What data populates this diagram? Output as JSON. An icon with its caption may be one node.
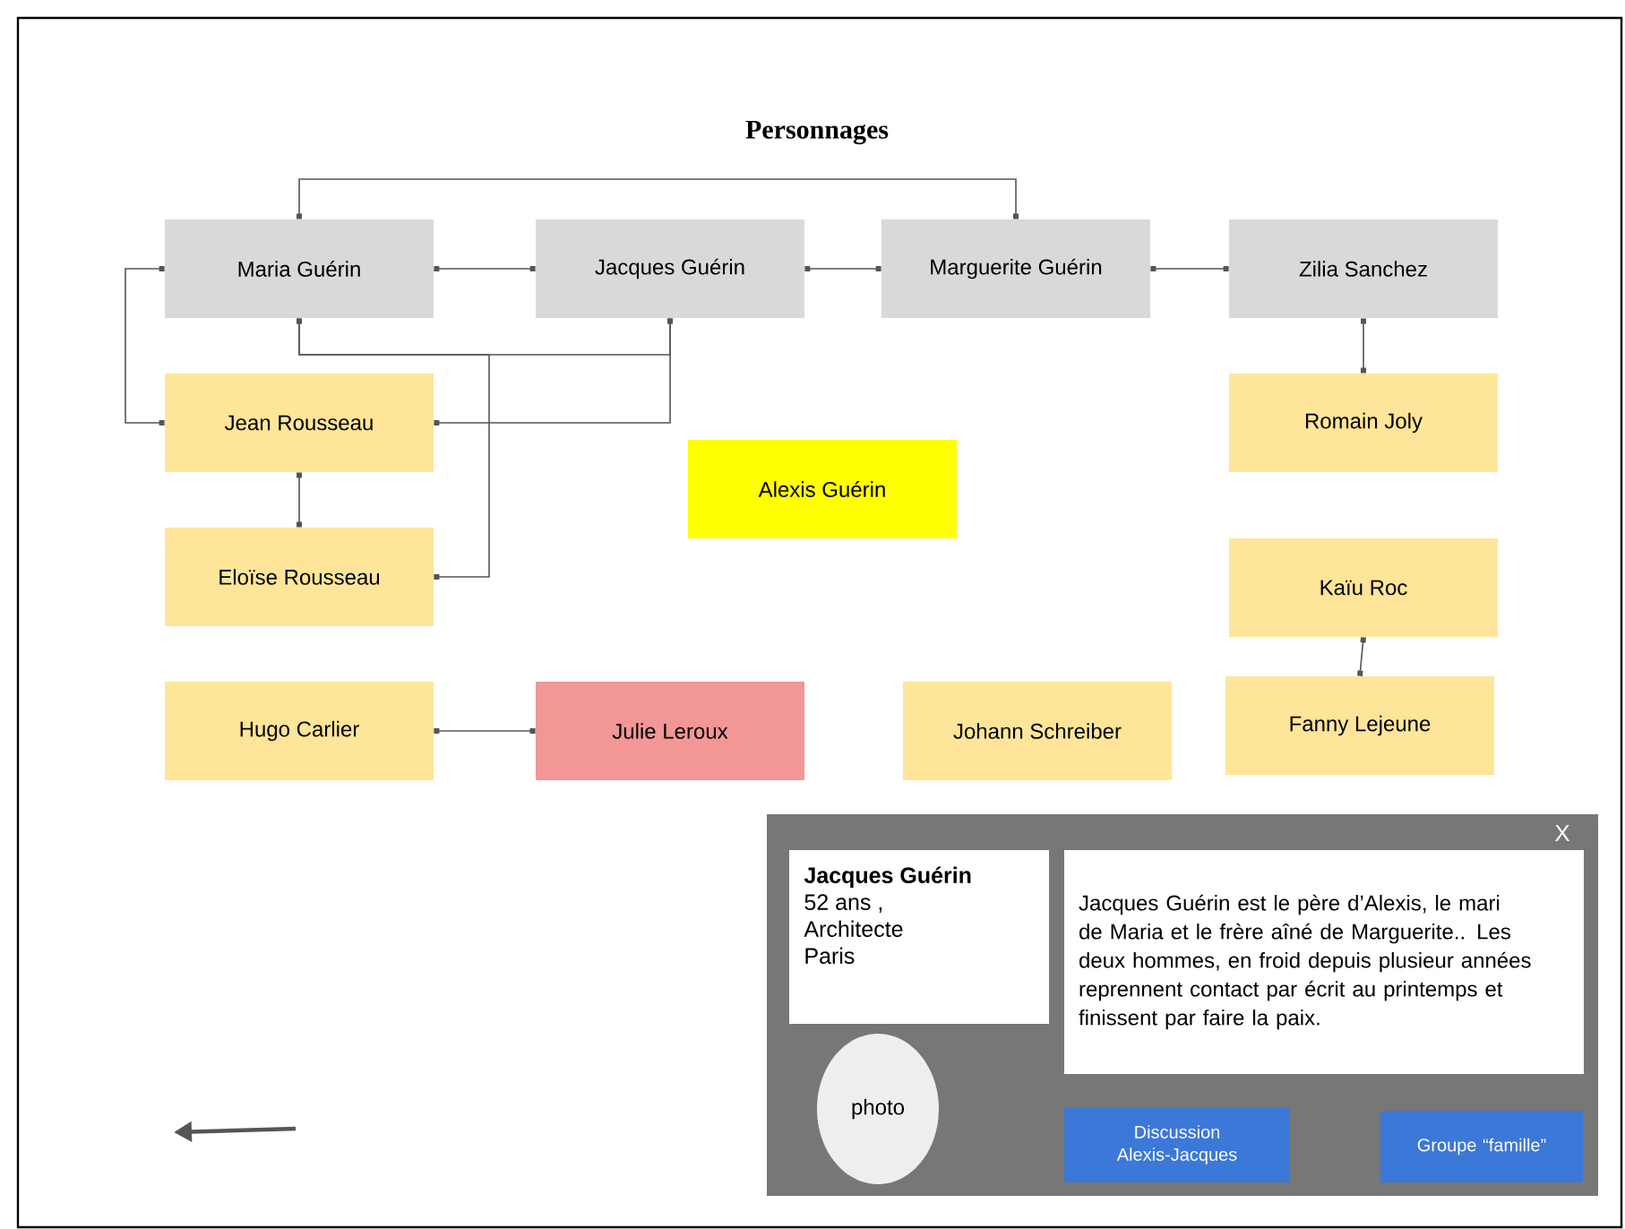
{
  "diagram": {
    "title": "Personnages",
    "nodes": [
      {
        "text": [
          "Maria Guérin"
        ]
      },
      {
        "text": [
          "Jacques Guérin"
        ]
      },
      {
        "text": [
          "Marguerite Guérin"
        ]
      },
      {
        "text": [
          "Zilia Sanchez"
        ]
      },
      {
        "text": [
          "Jean Rousseau"
        ]
      },
      {
        "text": [
          "Alexis Guérin"
        ]
      },
      {
        "text": [
          "Romain Joly"
        ]
      },
      {
        "text": [
          "Eloïse Rousseau"
        ]
      },
      {
        "text": [
          "Kaïu Roc"
        ]
      },
      {
        "text": [
          "Hugo Carlier"
        ]
      },
      {
        "text": [
          "Julie Leroux"
        ]
      },
      {
        "text": [
          "Johann Schreiber"
        ]
      },
      {
        "text": [
          "Fanny Lejeune"
        ]
      },
      {
        "text": [
          "X"
        ]
      },
      {
        "text": [
          "Jacques Guérin",
          "52 ans ,",
          "Architecte",
          "Paris"
        ],
        "in": 13
      },
      {
        "text": [
          "Jacques Guérin est le père d’Alexis, le mari de Maria et le frère aîné de Marguerite.. Les deux hommes, en froid depuis plusieur années reprennent contact  par écrit au printemps et finissent par faire la paix."
        ],
        "in": 13
      },
      {
        "text": [
          "photo"
        ],
        "in": 13
      },
      {
        "text": [
          "Discussion Alexis-Jacques"
        ],
        "in": 13
      },
      {
        "text": [
          "Groupe “famille”"
        ],
        "in": 13
      }
    ],
    "edges": [
      {
        "from": 0,
        "to": 2,
        "arrow": "other"
      },
      {
        "from": 0,
        "to": 1,
        "arrow": "other"
      },
      {
        "from": 1,
        "to": 2,
        "arrow": "other"
      },
      {
        "from": 2,
        "to": 3,
        "arrow": "other"
      },
      {
        "from": 0,
        "to": 4,
        "arrow": "other"
      },
      {
        "from": 0,
        "to": 1,
        "arrow": "other"
      },
      {
        "from": 1,
        "to": 4,
        "arrow": "other"
      },
      {
        "from": 0,
        "to": 7,
        "arrow": "other"
      },
      {
        "from": 4,
        "to": 7,
        "arrow": "other"
      },
      {
        "from": 3,
        "to": 6,
        "arrow": "other"
      },
      {
        "from": 8,
        "to": 12,
        "arrow": "other"
      },
      {
        "from": 9,
        "to": 10,
        "arrow": "other"
      }
    ]
  }
}
